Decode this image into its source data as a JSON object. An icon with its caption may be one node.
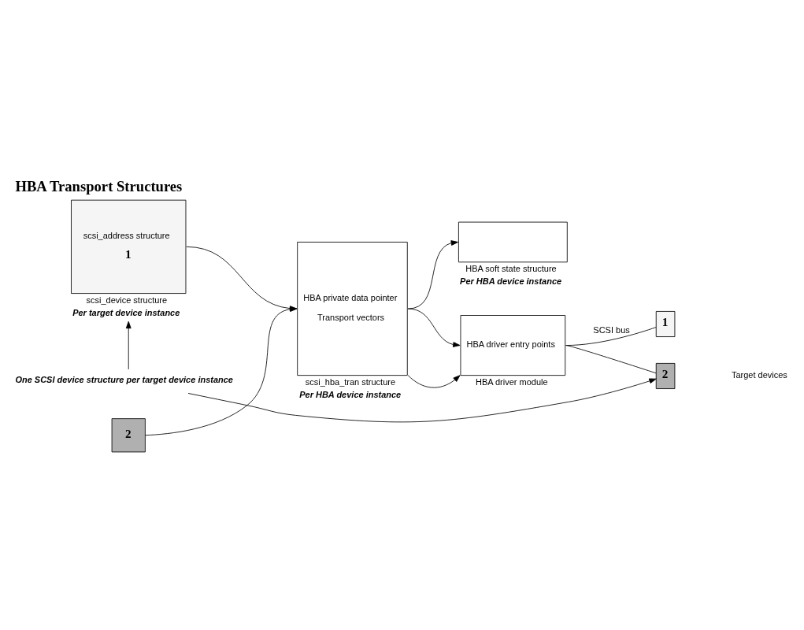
{
  "diagram": {
    "title": "HBA Transport Structures",
    "nodes": [
      {
        "text": [
          "scsi_address structure",
          "1"
        ],
        "beside": [
          "scsi_device structure",
          "Per target device instance"
        ]
      },
      {
        "text": [
          "2"
        ]
      },
      {
        "text": [
          "HBA private data pointer",
          "Transport vectors"
        ],
        "beside": [
          "scsi_hba_tran structure",
          "Per HBA device instance"
        ]
      },
      {
        "text": [],
        "shape": "box",
        "beside": [
          "HBA soft state structure",
          "Per HBA device instance"
        ]
      },
      {
        "text": [
          "HBA driver entry points"
        ],
        "beside": [
          "HBA driver module"
        ]
      },
      {
        "text": [
          "1"
        ]
      },
      {
        "text": [
          "2"
        ]
      },
      {
        "text": [
          "One SCSI device structure per target device instance"
        ]
      }
    ],
    "edges": [
      {
        "from": 0,
        "to": 2,
        "arrow": "to"
      },
      {
        "from": 1,
        "to": 2,
        "arrow": "to"
      },
      {
        "from": 2,
        "to": 3,
        "arrow": "to"
      },
      {
        "from": 2,
        "to": 4,
        "arrow": "to"
      },
      {
        "from": 2,
        "to": 4,
        "arrow": "to"
      },
      {
        "from": 4,
        "to": 5,
        "arrow": "none",
        "label": "SCSI bus"
      },
      {
        "from": 4,
        "to": 6,
        "arrow": "none"
      },
      {
        "from": 7,
        "to": 0,
        "arrow": "to"
      },
      {
        "from": 7,
        "to": 6,
        "arrow": "to"
      }
    ],
    "labels": [
      "Target devices"
    ]
  }
}
